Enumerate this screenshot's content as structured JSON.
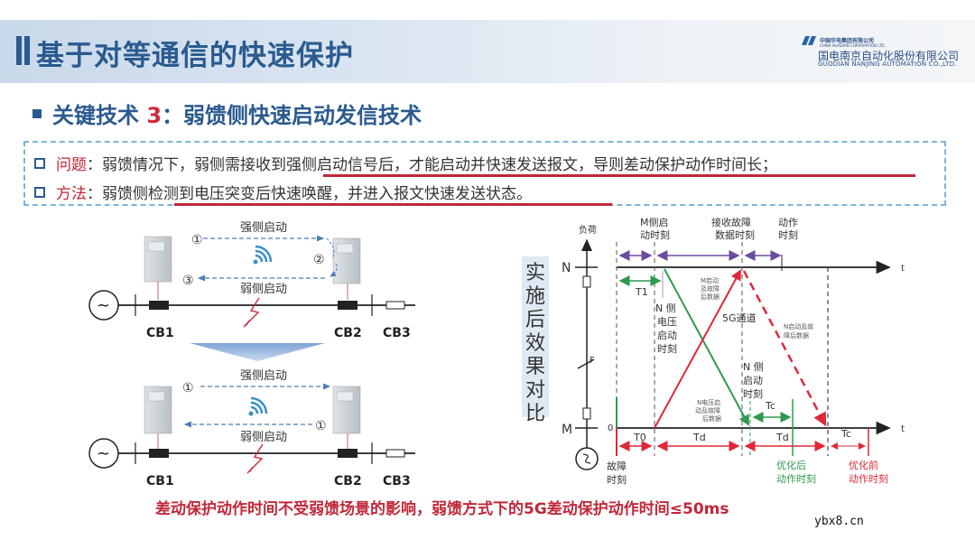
{
  "header": {
    "title": "基于对等通信的快速保护",
    "logo": {
      "group_cn": "中国华电集团有限公司",
      "group_en": "CHINA HUADIAN CORPORATION LTD.",
      "company_cn": "国电南京自动化股份有限公司",
      "company_en": "GUODIAN NANJING AUTOMATION CO.,LTD."
    }
  },
  "subtitle": {
    "prefix": "关键技术 ",
    "number": "3",
    "suffix": "：弱馈侧快速启动发信技术"
  },
  "problem_box": {
    "items": [
      {
        "key": "问题",
        "text": "：弱馈情况下，弱侧需接收到强侧启动信号后，才能启动并快速发送报文，导则差动保护动作时间长；"
      },
      {
        "key": "方法",
        "text": "：弱馈侧检测到电压突变后快速唤醒，并进入报文快速发送状态。"
      }
    ]
  },
  "left_diagram": {
    "top": {
      "strong_label": "强侧启动",
      "weak_label": "弱侧启动",
      "step1": "①",
      "step2": "②",
      "step3": "③"
    },
    "bottom": {
      "strong_label": "强侧启动",
      "weak_label": "弱侧启动",
      "step_left": "①",
      "step_right": "①"
    },
    "breakers": [
      "CB1",
      "CB2",
      "CB3"
    ],
    "source_symbol": "~"
  },
  "right_diagram": {
    "vertical_label": "实施后效果对比",
    "load_label": "负荷",
    "node_n": "N",
    "node_m": "M",
    "fault_label": "F",
    "zero_label": "0",
    "t_label": "t",
    "top_labels": {
      "m_start": [
        "M侧启",
        "动时刻"
      ],
      "receive": [
        "接收故障",
        "数据时刻"
      ],
      "action": [
        "动作",
        "时刻"
      ]
    },
    "t1": "T1",
    "n_voltage_start": [
      "N 侧",
      "电压",
      "启动",
      "时刻"
    ],
    "m_data": [
      "M启动",
      "及故障",
      "后数据"
    ],
    "channel": "5G通道",
    "n_data": [
      "N启动及故",
      "障后数据"
    ],
    "n_start": [
      "N 侧",
      "启动",
      "时刻"
    ],
    "n_voltage_data": [
      "N电压启",
      "动及故障",
      "后数据"
    ],
    "tc1": "Tc",
    "t0": "T0",
    "td1": "Td",
    "td2": "Td",
    "tc2": "Tc",
    "fault_time": [
      "故障",
      "时刻"
    ],
    "after_opt": [
      "优化后",
      "动作时刻"
    ],
    "before_opt": [
      "优化前",
      "动作时刻"
    ]
  },
  "bottom_note": "差动保护动作时间不受弱馈场景的影响，弱馈方式下的5G差动保护动作时间≤50ms",
  "watermark": "ybx8.cn",
  "colors": {
    "title_blue": "#2b5a8e",
    "accent_red": "#c0283a",
    "green": "#2e9a4e",
    "purple": "#6b4b9e",
    "dashed_blue": "#4a7fb8"
  }
}
